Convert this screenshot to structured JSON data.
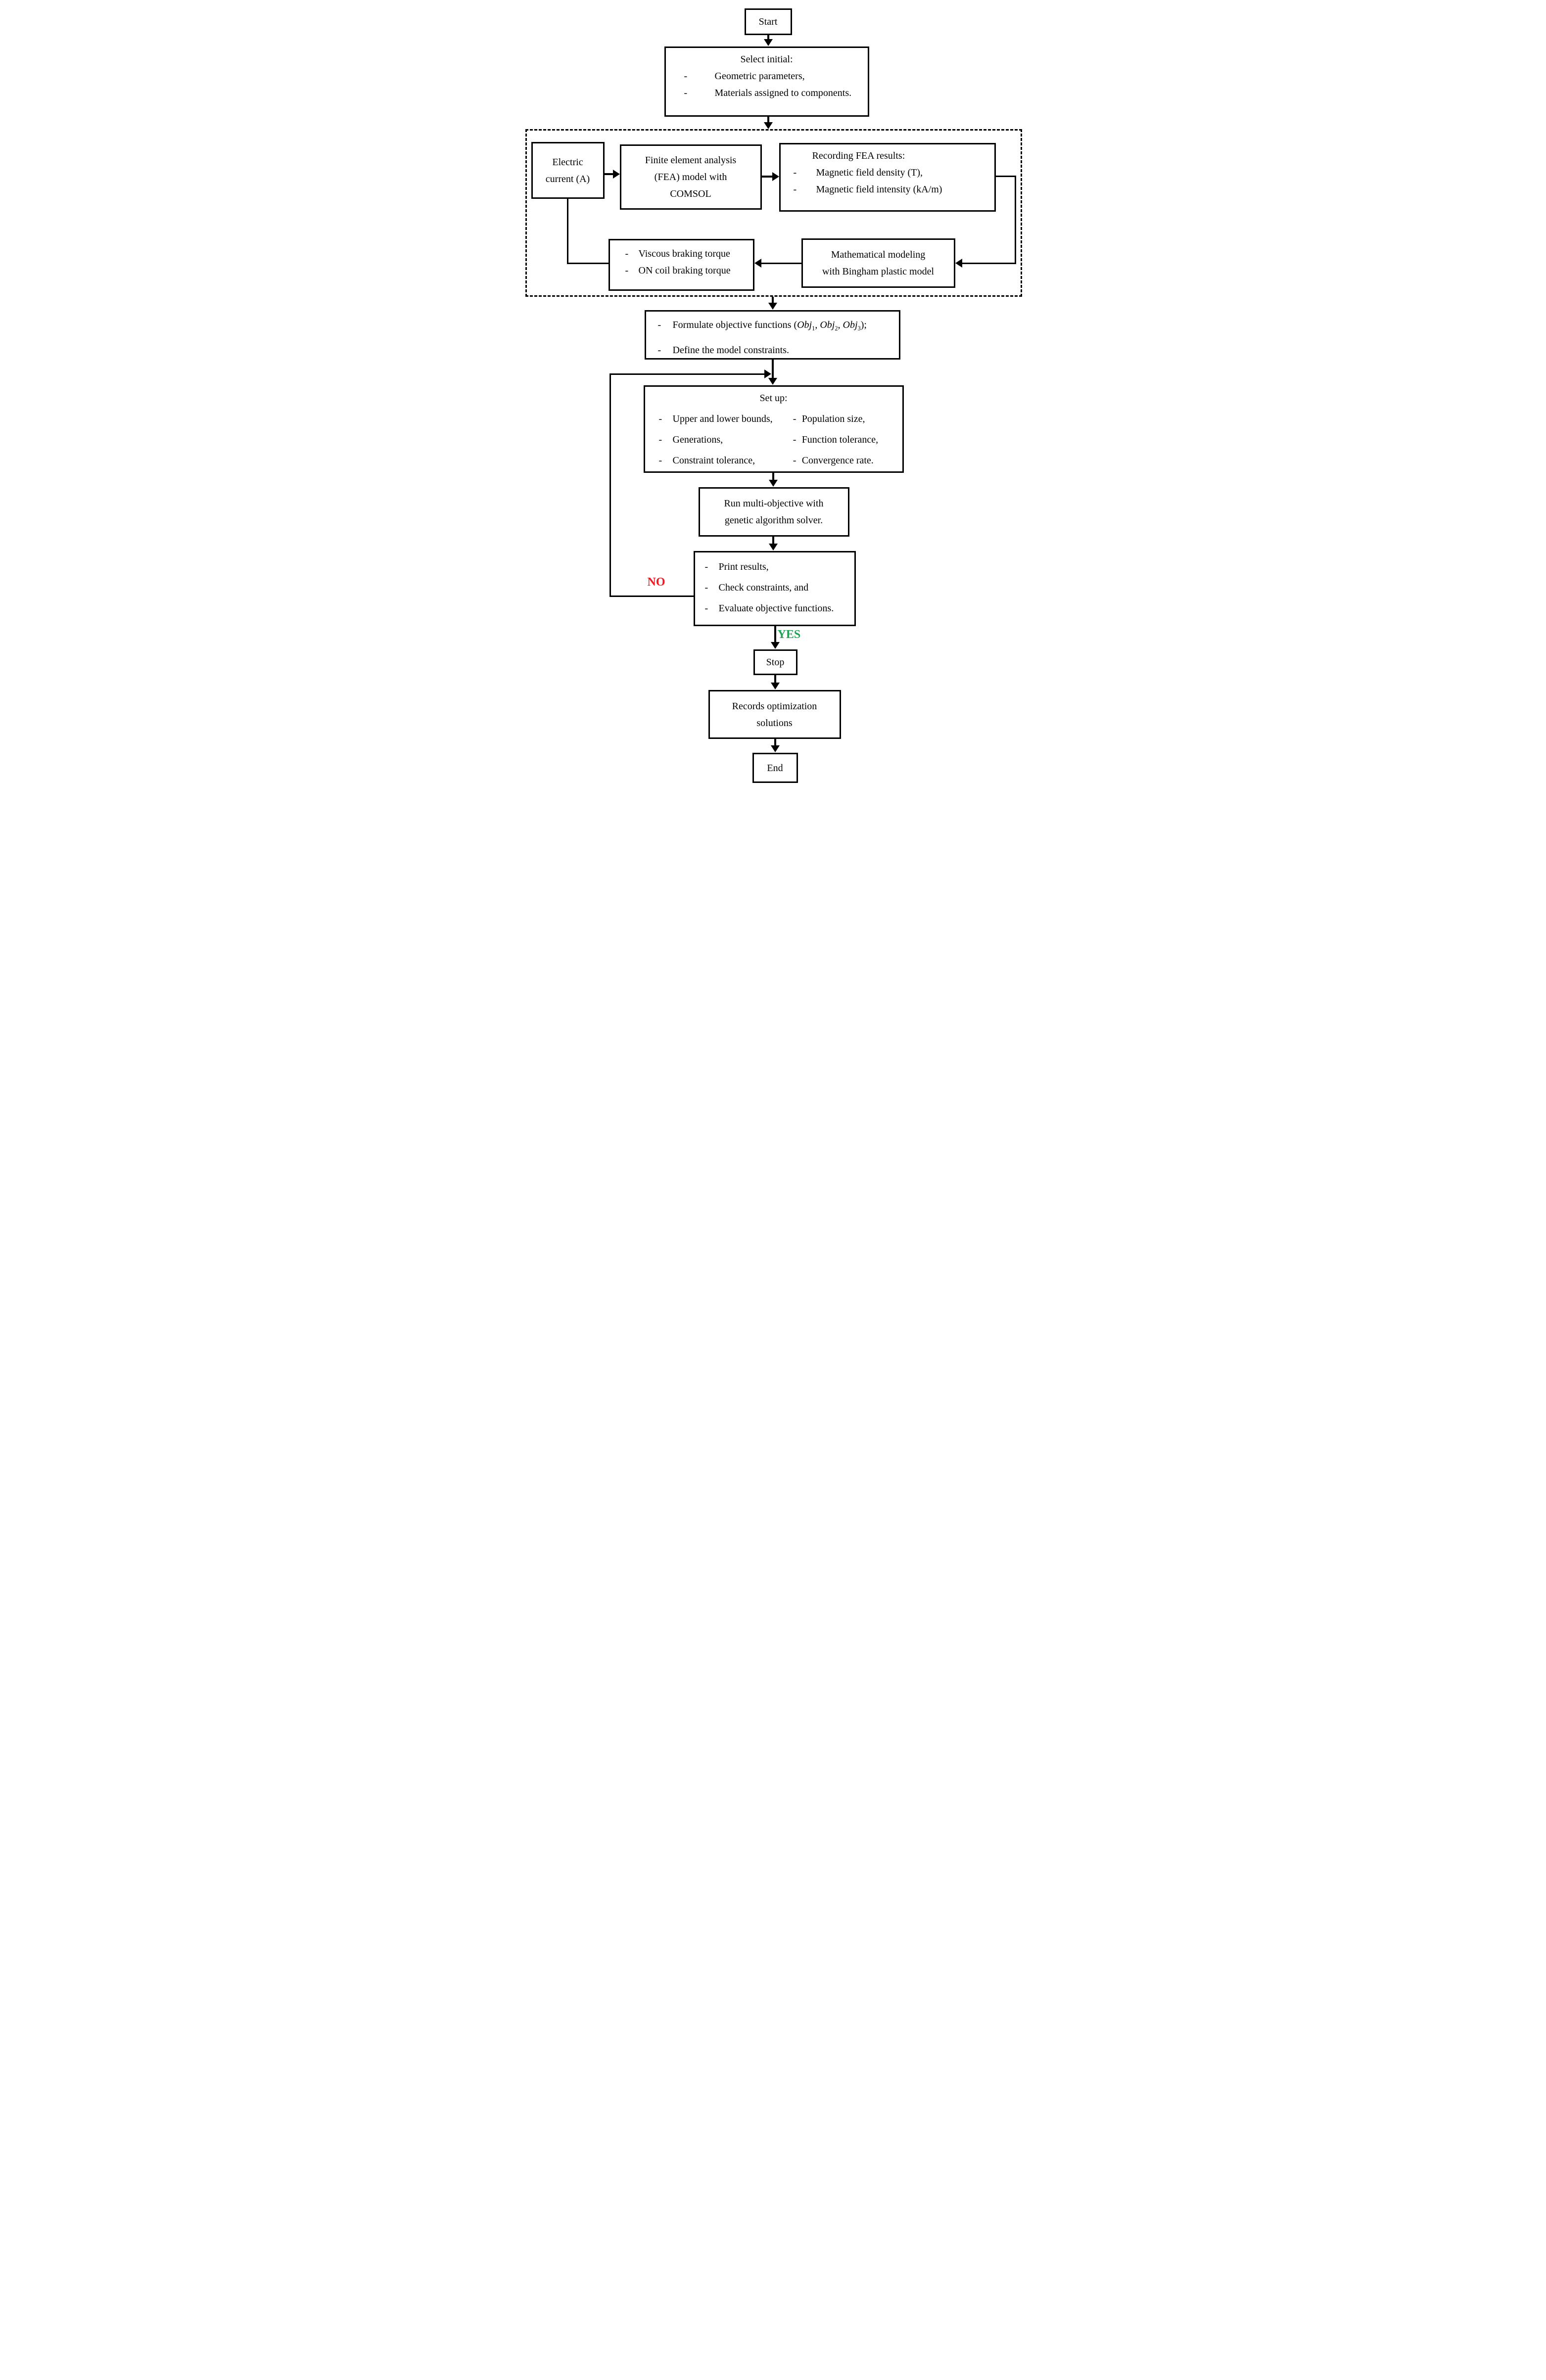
{
  "bullet_dash": "-",
  "labels": {
    "no": "NO",
    "yes": "YES"
  },
  "colors": {
    "no_label": "#ed1c24",
    "yes_label": "#1fa351",
    "line": "#000000"
  },
  "nodes": {
    "start": "Start",
    "select": {
      "title": "Select initial:",
      "bullets": [
        "Geometric parameters,",
        "Materials assigned to components."
      ]
    },
    "electric": [
      "Electric",
      "current (A)"
    ],
    "fea": [
      "Finite element analysis",
      "(FEA) model with",
      "COMSOL"
    ],
    "recording": {
      "title": "Recording FEA results:",
      "bullets": [
        "Magnetic field density (T),",
        "Magnetic field intensity (kA/m)"
      ]
    },
    "math": [
      "Mathematical modeling",
      "with Bingham plastic model"
    ],
    "torque": {
      "bullets": [
        "Viscous braking torque",
        "ON coil braking torque"
      ]
    },
    "formulate": {
      "prefix": "Formulate objective functions (",
      "obj": "Obj",
      "subs": [
        "1",
        "2",
        "3"
      ],
      "sep": ", ",
      "suffix": ");",
      "line2": "Define the model constraints."
    },
    "setup": {
      "title": "Set up:",
      "left": [
        "Upper and lower bounds,",
        "Generations,",
        "Constraint tolerance,"
      ],
      "right": [
        "Population size,",
        "Function tolerance,",
        "Convergence rate."
      ]
    },
    "run": [
      "Run multi-objective with",
      "genetic algorithm solver."
    ],
    "print": {
      "bullets": [
        "Print results,",
        "Check constraints, and",
        "Evaluate objective functions."
      ]
    },
    "stop": "Stop",
    "records": [
      "Records optimization",
      "solutions"
    ],
    "end": "End"
  }
}
